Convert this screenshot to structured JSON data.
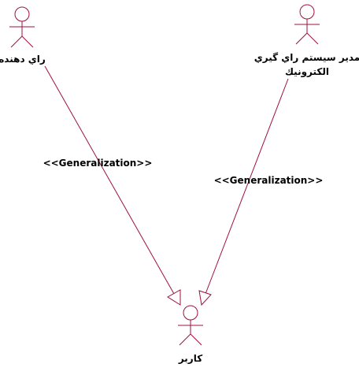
{
  "colors": {
    "actor_stroke": "#a0103c",
    "line_stroke": "#a0103c",
    "text": "#000000",
    "background": "#ffffff"
  },
  "actors": {
    "voter": {
      "name": "راي دهنده"
    },
    "admin": {
      "name_line1": "مدير سيستم راي گيري",
      "name_line2": "الكترونيك"
    },
    "user": {
      "name": "كاربر"
    }
  },
  "relations": {
    "voter_to_user": {
      "stereotype": "<<Generalization>>"
    },
    "admin_to_user": {
      "stereotype": "<<Generalization>>"
    }
  }
}
